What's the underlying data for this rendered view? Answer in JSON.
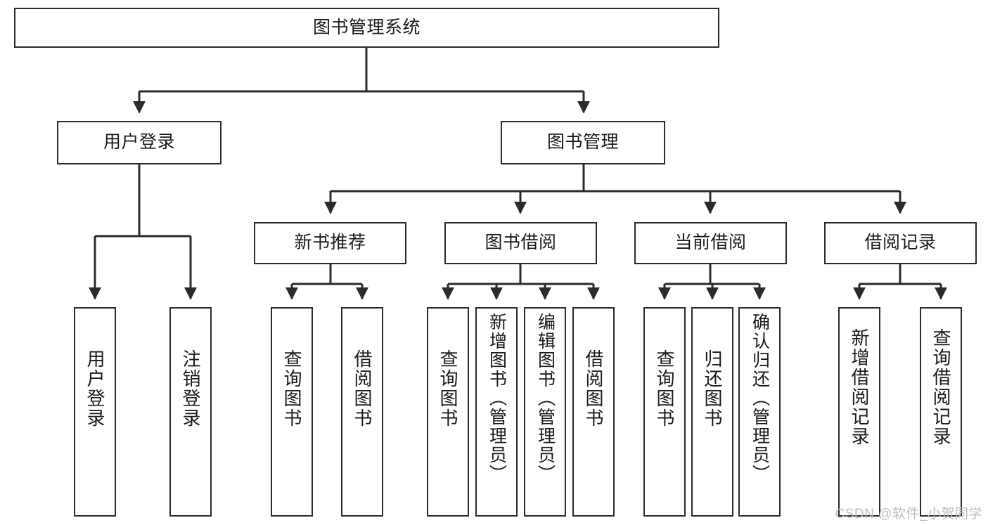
{
  "diagram": {
    "title": "图书管理系统",
    "type": "tree",
    "watermark": "CSDN @软件_小贺同学",
    "edge_color": "#2b2b2b",
    "box_border_color": "#2b2b2b",
    "box_fill_color": "#ffffff",
    "text_color": "#1a1a1a",
    "root": {
      "label": "图书管理系统",
      "orientation": "horizontal"
    },
    "level1": [
      {
        "label": "用户登录",
        "orientation": "horizontal"
      },
      {
        "label": "图书管理",
        "orientation": "horizontal"
      }
    ],
    "level2": [
      {
        "label": "新书推荐",
        "orientation": "horizontal"
      },
      {
        "label": "图书借阅",
        "orientation": "horizontal"
      },
      {
        "label": "当前借阅",
        "orientation": "horizontal"
      },
      {
        "label": "借阅记录",
        "orientation": "horizontal"
      }
    ],
    "leaves": {
      "user_login": [
        {
          "label": "用户登录",
          "orientation": "vertical"
        },
        {
          "label": "注销登录",
          "orientation": "vertical"
        }
      ],
      "new_book_recommend": [
        {
          "label": "查询图书",
          "orientation": "vertical"
        },
        {
          "label": "借阅图书",
          "orientation": "vertical"
        }
      ],
      "book_borrow": [
        {
          "label": "查询图书",
          "orientation": "vertical"
        },
        {
          "label": "新增图书（管理员）",
          "orientation": "vertical"
        },
        {
          "label": "编辑图书（管理员）",
          "orientation": "vertical"
        },
        {
          "label": "借阅图书",
          "orientation": "vertical"
        }
      ],
      "current_borrow": [
        {
          "label": "查询图书",
          "orientation": "vertical"
        },
        {
          "label": "归还图书",
          "orientation": "vertical"
        },
        {
          "label": "确认归还（管理员）",
          "orientation": "vertical"
        }
      ],
      "borrow_record": [
        {
          "label": "新增借阅记录",
          "orientation": "vertical"
        },
        {
          "label": "查询借阅记录",
          "orientation": "vertical"
        }
      ]
    }
  }
}
